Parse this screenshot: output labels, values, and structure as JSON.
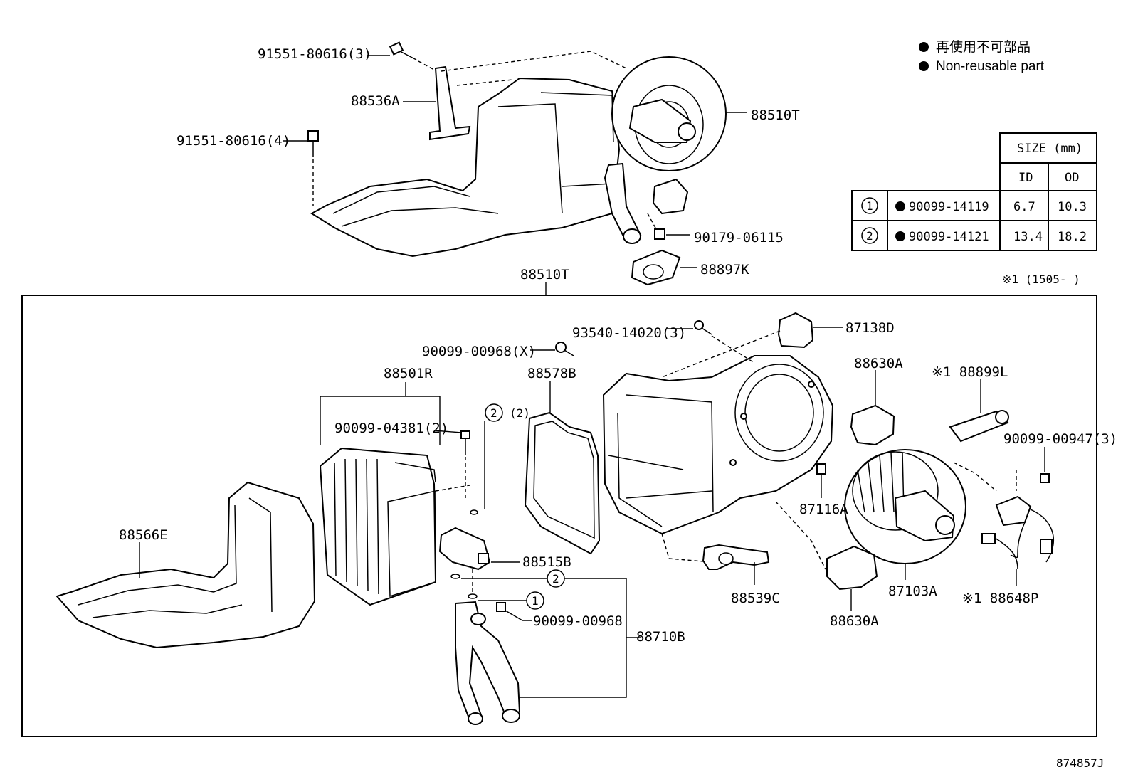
{
  "legend": {
    "jp": "再使用不可部品",
    "en": "Non-reusable part"
  },
  "size_table": {
    "header": "SIZE (mm)",
    "col_id": "ID",
    "col_od": "OD",
    "rows": [
      {
        "ref": "1",
        "part": "90099-14119",
        "id": "6.7",
        "od": "10.3"
      },
      {
        "ref": "2",
        "part": "90099-14121",
        "id": "13.4",
        "od": "18.2"
      }
    ]
  },
  "note": "※1 (1505-     )",
  "upper_assembly": {
    "labels": {
      "p91551_3": "91551-80616(3)",
      "p88536A": "88536A",
      "p91551_4": "91551-80616(4)",
      "p88510T": "88510T",
      "p90179": "90179-06115",
      "p88897K": "88897K"
    }
  },
  "lower_assembly": {
    "title": "88510T",
    "labels": {
      "p93540": "93540-14020(3)",
      "p87138D": "87138D",
      "p90099_X": "90099-00968(X)",
      "p88578B": "88578B",
      "p88501R": "88501R",
      "p88630A_top": "88630A",
      "p88899L": "※1 88899L",
      "ref2_2": "(2)",
      "p90099_04381": "90099-04381(2)",
      "p90099_00947": "90099-00947(3)",
      "p87116A": "87116A",
      "p88566E": "88566E",
      "p88515B": "88515B",
      "p90099_00968": "90099-00968",
      "p88539C": "88539C",
      "p87103A": "87103A",
      "p88648P": "※1 88648P",
      "p88630A_bot": "88630A",
      "p88710B": "88710B",
      "ref1": "1",
      "ref2": "2",
      "ref2b": "2"
    }
  },
  "diagram_id": "874857J"
}
